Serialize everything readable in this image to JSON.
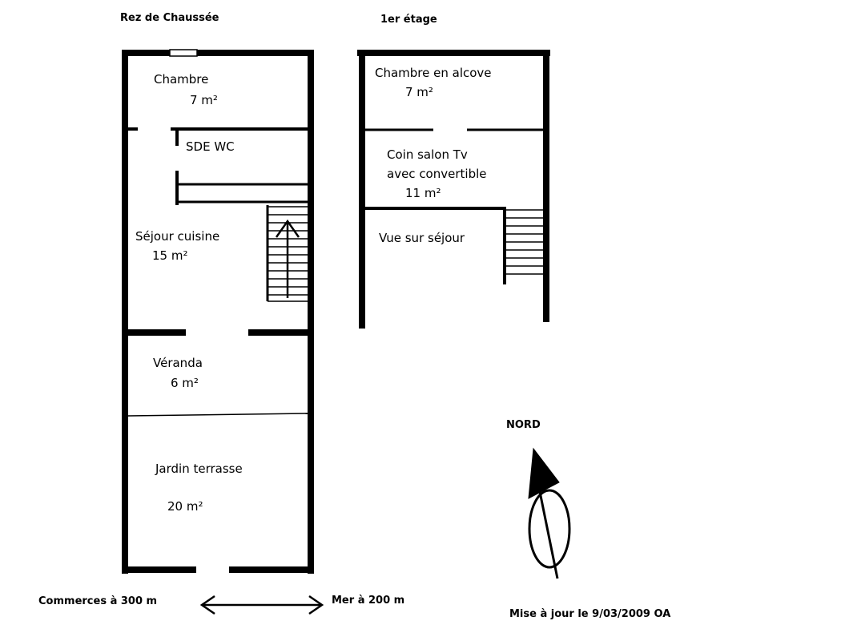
{
  "plans": {
    "ground_title": "Rez de Chaussée",
    "first_title": "1er étage"
  },
  "rooms": {
    "chambre": {
      "name": "Chambre",
      "area": "7 m²"
    },
    "sde": {
      "name": "SDE   WC"
    },
    "sejour": {
      "name": "Séjour cuisine",
      "area": "15 m²"
    },
    "veranda": {
      "name": "Véranda",
      "area": "6 m²"
    },
    "jardin": {
      "name": "Jardin terrasse",
      "area": "20 m²"
    },
    "alcove": {
      "name": "Chambre en alcove",
      "area": "7 m²"
    },
    "salon": {
      "line1": "Coin salon Tv",
      "line2": "avec convertible",
      "area": "11 m²"
    },
    "vue": {
      "name": "Vue sur séjour"
    }
  },
  "compass": {
    "label": "NORD"
  },
  "bottom": {
    "left": "Commerces à 300 m",
    "right": "Mer à 200 m",
    "update": "Mise à jour le 9/03/2009 OA"
  }
}
